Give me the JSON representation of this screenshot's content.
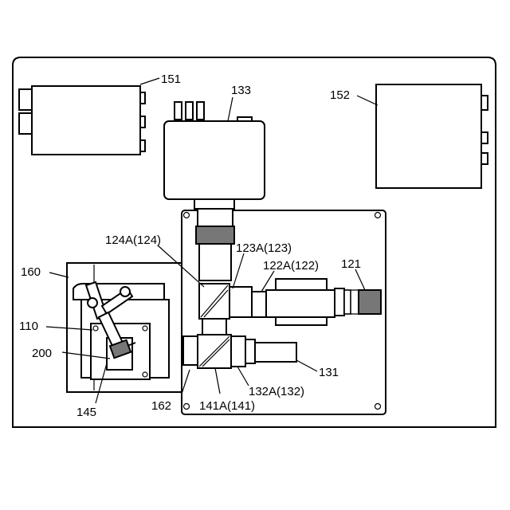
{
  "diagram": {
    "callouts": {
      "c151": "151",
      "c133": "133",
      "c152": "152",
      "c124a": "124A(124)",
      "c123a": "123A(123)",
      "c122a": "122A(122)",
      "c121": "121",
      "c160": "160",
      "c110": "110",
      "c200": "200",
      "c145": "145",
      "c162": "162",
      "c141a": "141A(141)",
      "c132a": "132A(132)",
      "c131": "131"
    }
  }
}
